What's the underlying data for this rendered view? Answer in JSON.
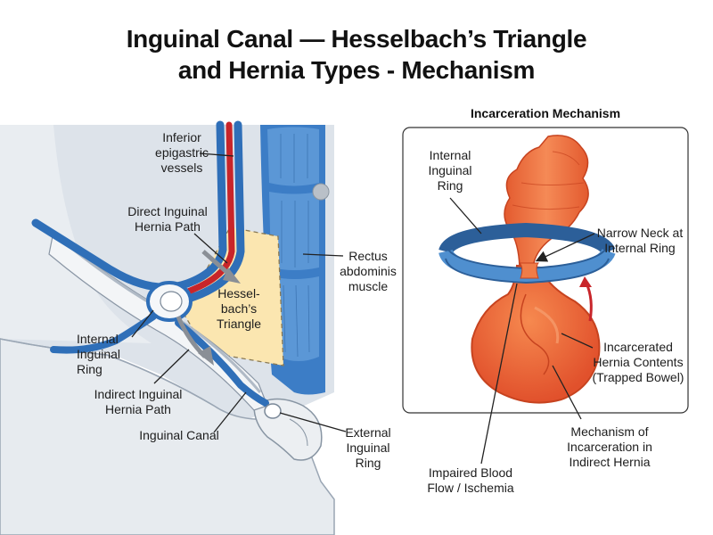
{
  "title": {
    "line1": "Inguinal Canal — Hesselbach’s Triangle",
    "line2": "and Hernia Types - Mechanism"
  },
  "left_labels": {
    "inferior_epigastric": [
      "Inferior",
      "epigastric",
      "vessels"
    ],
    "direct_hernia": [
      "Direct Inguinal",
      "Hernia Path"
    ],
    "hesselbach": [
      "Hessel-",
      "bach’s",
      "Triangle"
    ],
    "rectus": [
      "Rectus",
      "abdominis",
      "muscle"
    ],
    "internal_ring": [
      "Internal",
      "Inguinal",
      "Ring"
    ],
    "indirect_hernia": [
      "Indirect Inguinal",
      "Hernia Path"
    ],
    "inguinal_canal": "Inguinal Canal",
    "external_ring": [
      "External",
      "Inguinal",
      "Ring"
    ]
  },
  "right_panel": {
    "subtitle": "Incarceration Mechanism",
    "internal_ring": [
      "Internal",
      "Inguinal",
      "Ring"
    ],
    "narrow_neck": [
      "Narrow Neck at",
      "Internal Ring"
    ],
    "incarcerated": [
      "Incarcerated",
      "Hernia Contents",
      "(Trapped Bowel)"
    ],
    "mechanism": [
      "Mechanism of",
      "Incarceration in",
      "Indirect Hernia"
    ],
    "impaired": [
      "Impaired Blood",
      "Flow / Ischemia"
    ]
  },
  "colors": {
    "vessel_blue": "#2f6fb8",
    "vessel_red": "#c8252a",
    "triangle_fill": "#fbe6b0",
    "bowel_orange": "#ee6d3a",
    "ring_blue": "#4f8fcf",
    "tissue_gray": "#d7dee6"
  }
}
